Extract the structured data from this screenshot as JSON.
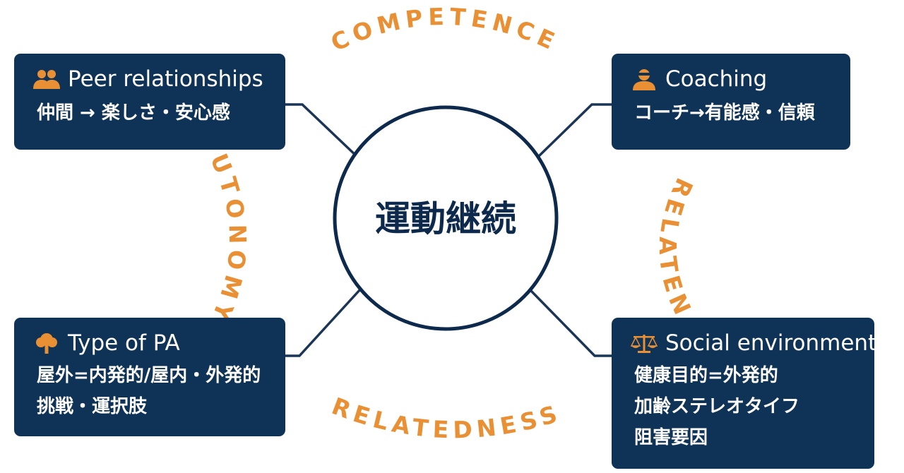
{
  "hub": {
    "label": "運動継続"
  },
  "arc_labels": {
    "top": "COMPETENCE",
    "left": "UTONOMY",
    "right": "RELATEN",
    "bottom": "RELATEDNESS"
  },
  "boxes": {
    "peer": {
      "icon": "people-icon",
      "title": "Peer relationships",
      "lines": [
        "仲間 → 楽しさ・安心感"
      ]
    },
    "coach": {
      "icon": "coach-icon",
      "title": "Coaching",
      "lines": [
        "コーチ→有能感・信頼"
      ]
    },
    "type": {
      "icon": "tree-icon",
      "title": "Type of PA",
      "lines": [
        "屋外=内発的/屋内・外発的",
        "挑戦・運択肢"
      ]
    },
    "social": {
      "icon": "scale-icon",
      "title": "Social environment",
      "lines": [
        "健康目的=外発的",
        "加齢ステレオタイフ",
        "阻害要因"
      ]
    }
  },
  "colors": {
    "box_bg": "#0f3356",
    "hub_stroke": "#0d2a4c",
    "connector": "#1b3556",
    "accent": "#e98f34",
    "text_light": "#ffffff"
  }
}
